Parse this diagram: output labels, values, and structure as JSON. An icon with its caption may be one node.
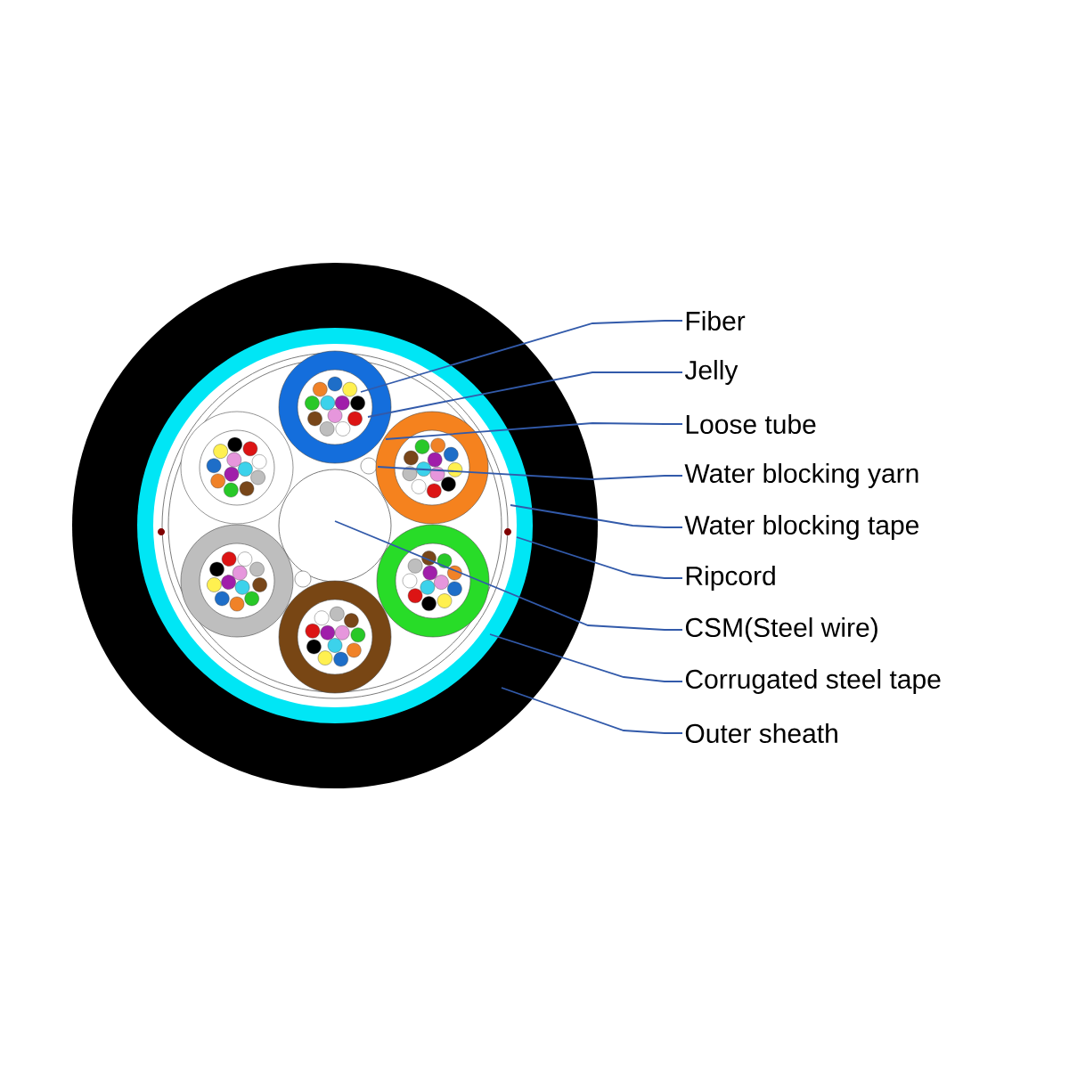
{
  "diagram": {
    "nodes": [
      {
        "text": [
          "Fiber"
        ]
      },
      {
        "text": [
          "Jelly"
        ]
      },
      {
        "text": [
          "Loose tube"
        ]
      },
      {
        "text": [
          "Water blocking yarn"
        ]
      },
      {
        "text": [
          "Water blocking tape"
        ]
      },
      {
        "text": [
          "Ripcord"
        ]
      },
      {
        "text": [
          "CSM(Steel wire)"
        ]
      },
      {
        "text": [
          "Corrugated steel tape"
        ]
      },
      {
        "text": [
          "Outer sheath"
        ]
      }
    ],
    "edges": [
      {
        "from": 0,
        "to": null,
        "arrow": "none"
      },
      {
        "from": 1,
        "to": null,
        "arrow": "none"
      },
      {
        "from": 2,
        "to": null,
        "arrow": "none"
      },
      {
        "from": 3,
        "to": null,
        "arrow": "none"
      },
      {
        "from": 4,
        "to": null,
        "arrow": "none"
      },
      {
        "from": 5,
        "to": null,
        "arrow": "none"
      },
      {
        "from": 6,
        "to": null,
        "arrow": "none"
      },
      {
        "from": 7,
        "to": null,
        "arrow": "none"
      },
      {
        "from": 8,
        "to": null,
        "arrow": "none"
      }
    ]
  }
}
